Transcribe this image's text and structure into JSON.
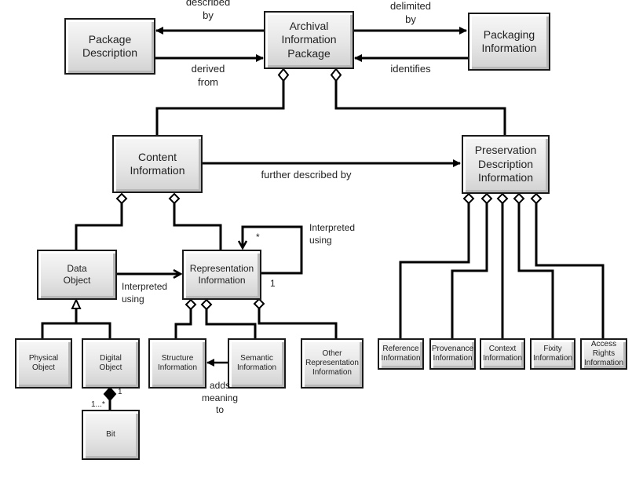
{
  "boxes": {
    "package_description": "Package\nDescription",
    "archival_information_package": "Archival\nInformation\nPackage",
    "packaging_information": "Packaging\nInformation",
    "content_information": "Content\nInformation",
    "preservation_description_information": "Preservation\nDescription\nInformation",
    "data_object": "Data\nObject",
    "representation_information": "Representation\nInformation",
    "physical_object": "Physical\nObject",
    "digital_object": "Digital\nObject",
    "structure_information": "Structure\nInformation",
    "semantic_information": "Semantic\nInformation",
    "other_representation_information": "Other\nRepresentation\nInformation",
    "bit": "Bit",
    "reference_information": "Reference\nInformation",
    "provenance_information": "Provenance\nInformation",
    "context_information": "Context\nInformation",
    "fixity_information": "Fixity\nInformation",
    "access_rights_information": "Access\nRights\nInformation"
  },
  "relations": {
    "described_by": "described\nby",
    "derived_from": "derived\nfrom",
    "delimited_by": "delimited\nby",
    "identifies": "identifies",
    "further_described_by": "further described by",
    "interpreted_using_data": "Interpreted\nusing",
    "interpreted_using_self": "Interpreted\nusing",
    "adds_meaning_to": "adds\nmeaning\nto"
  },
  "multiplicities": {
    "self_many": "*",
    "self_one": "1",
    "digital_one": "1",
    "bit_many": "1...*"
  }
}
